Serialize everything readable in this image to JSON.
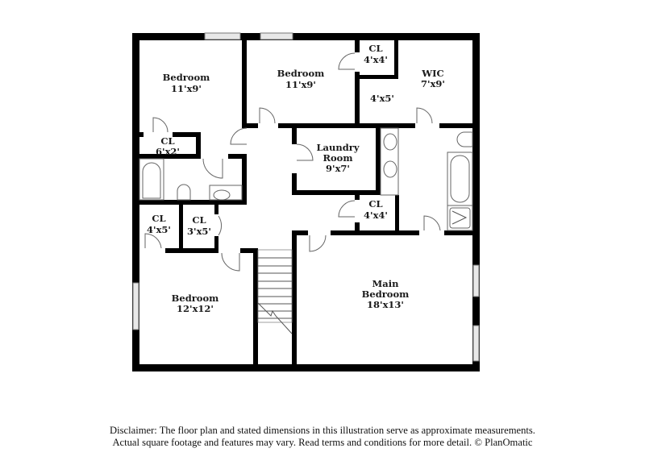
{
  "floorplan": {
    "rooms": [
      {
        "id": "bedroom-nw",
        "name": "Bedroom",
        "dims": "11'x9'"
      },
      {
        "id": "bedroom-n",
        "name": "Bedroom",
        "dims": "11'x9'"
      },
      {
        "id": "closet-n",
        "name": "CL",
        "dims": "4'x4'"
      },
      {
        "id": "wic",
        "name": "WIC",
        "dims": "7'x9'"
      },
      {
        "id": "closet-4x5-ne",
        "name": "",
        "dims": "4'x5'"
      },
      {
        "id": "closet-6x2",
        "name": "CL",
        "dims": "6'x2'"
      },
      {
        "id": "laundry",
        "name": "Laundry",
        "name2": "Room",
        "dims": "9'x7'"
      },
      {
        "id": "closet-4x4-mid",
        "name": "CL",
        "dims": "4'x4'"
      },
      {
        "id": "closet-4x5-w",
        "name": "CL",
        "dims": "4'x5'"
      },
      {
        "id": "closet-3x5",
        "name": "CL",
        "dims": "3'x5'"
      },
      {
        "id": "bedroom-sw",
        "name": "Bedroom",
        "dims": "12'x12'"
      },
      {
        "id": "main-bedroom",
        "name": "Main",
        "name2": "Bedroom",
        "dims": "18'x13'"
      }
    ]
  },
  "disclaimer": {
    "line1": "Disclaimer: The floor plan and stated dimensions in this illustration serve as approximate measurements.",
    "line2": "Actual square footage and features may vary. Read terms and conditions for more detail. © PlanOmatic"
  }
}
